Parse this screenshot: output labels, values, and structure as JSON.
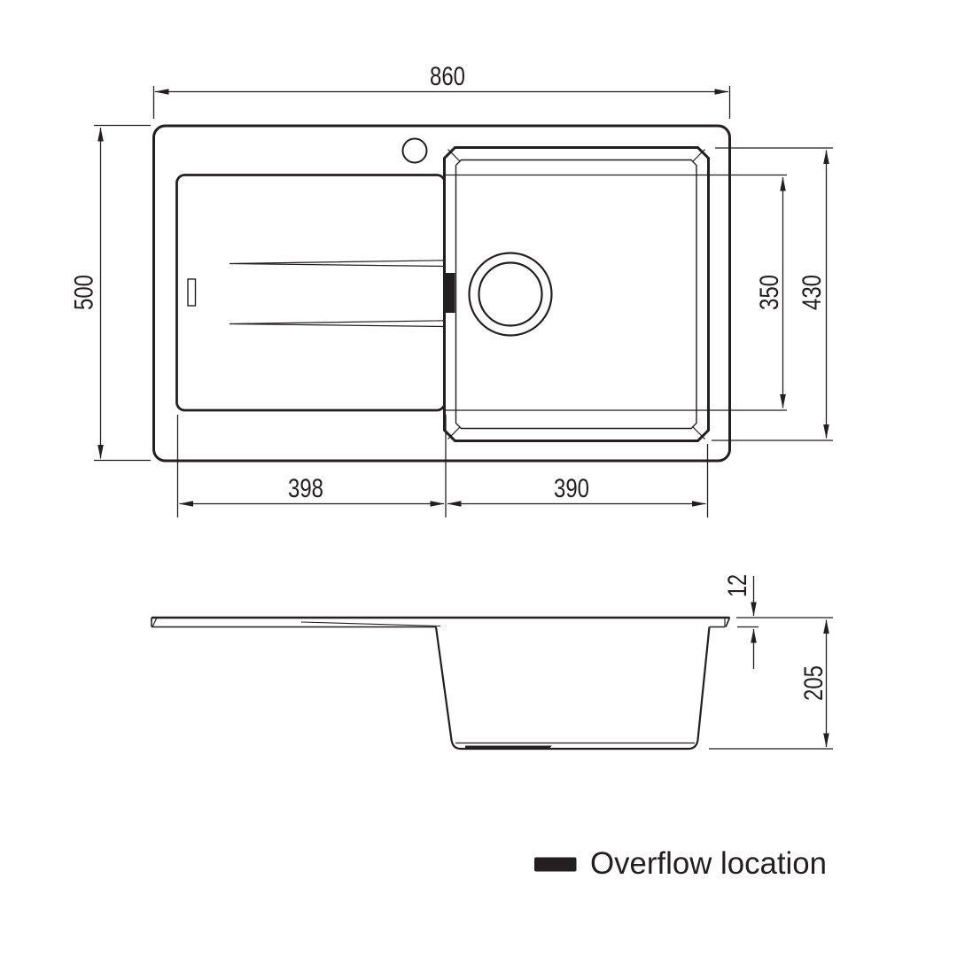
{
  "drawing": {
    "type": "sink-dimension-diagram",
    "top_view": {
      "overall_width_label": "860",
      "overall_depth_label": "500",
      "bowl_inner_depth_label": "350",
      "bowl_outer_depth_label": "430",
      "drainer_width_label": "398",
      "bowl_width_label": "390"
    },
    "side_view": {
      "deck_thickness_label": "12",
      "bowl_depth_label": "205"
    },
    "legend": {
      "label": "Overflow location",
      "swatch_color": "#231f20"
    },
    "colors": {
      "line": "#231f20",
      "background": "#ffffff"
    }
  }
}
